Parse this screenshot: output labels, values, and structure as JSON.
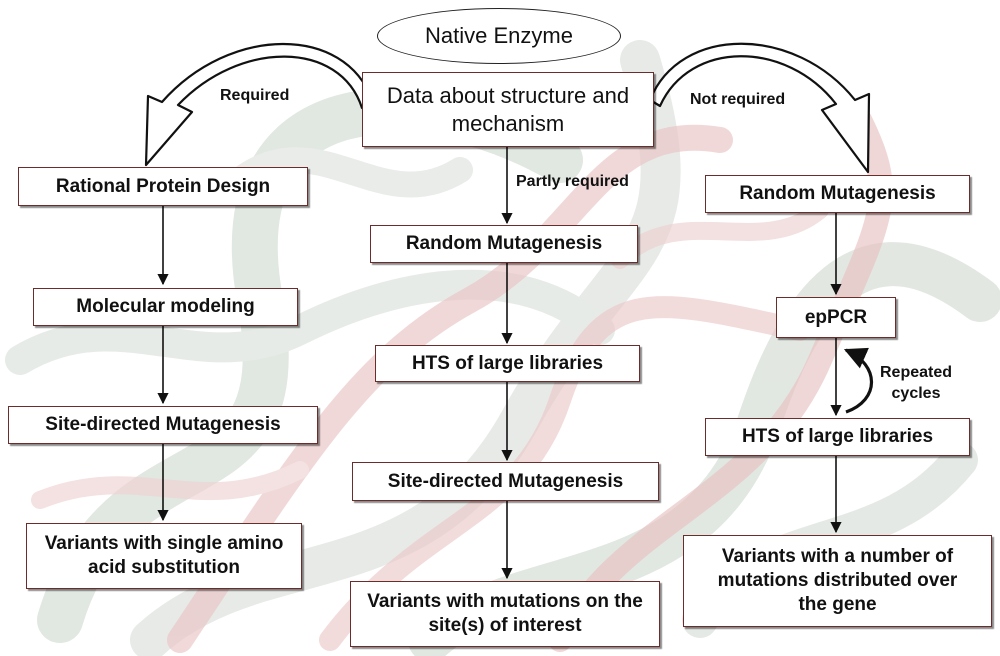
{
  "start_node": "Native Enzyme",
  "data_box": "Data about structure and mechanism",
  "branches": {
    "left": {
      "label": "Required",
      "steps": [
        "Rational Protein Design",
        "Molecular modeling",
        "Site-directed Mutagenesis",
        "Variants with single amino acid substitution"
      ]
    },
    "middle": {
      "label": "Partly required",
      "steps": [
        "Random Mutagenesis",
        "HTS of large libraries",
        "Site-directed Mutagenesis",
        "Variants with mutations on the site(s) of interest"
      ]
    },
    "right": {
      "label": "Not required",
      "steps": [
        "Random Mutagenesis",
        "epPCR",
        "HTS of large libraries",
        "Variants with a number of mutations distributed over the gene"
      ],
      "loop_label": "Repeated cycles"
    }
  },
  "colors": {
    "box_border": "#6b2c2c",
    "arrow": "#111111",
    "background_ribbon_red": "#e7b7b7",
    "background_ribbon_gray": "#d6dcd6"
  }
}
